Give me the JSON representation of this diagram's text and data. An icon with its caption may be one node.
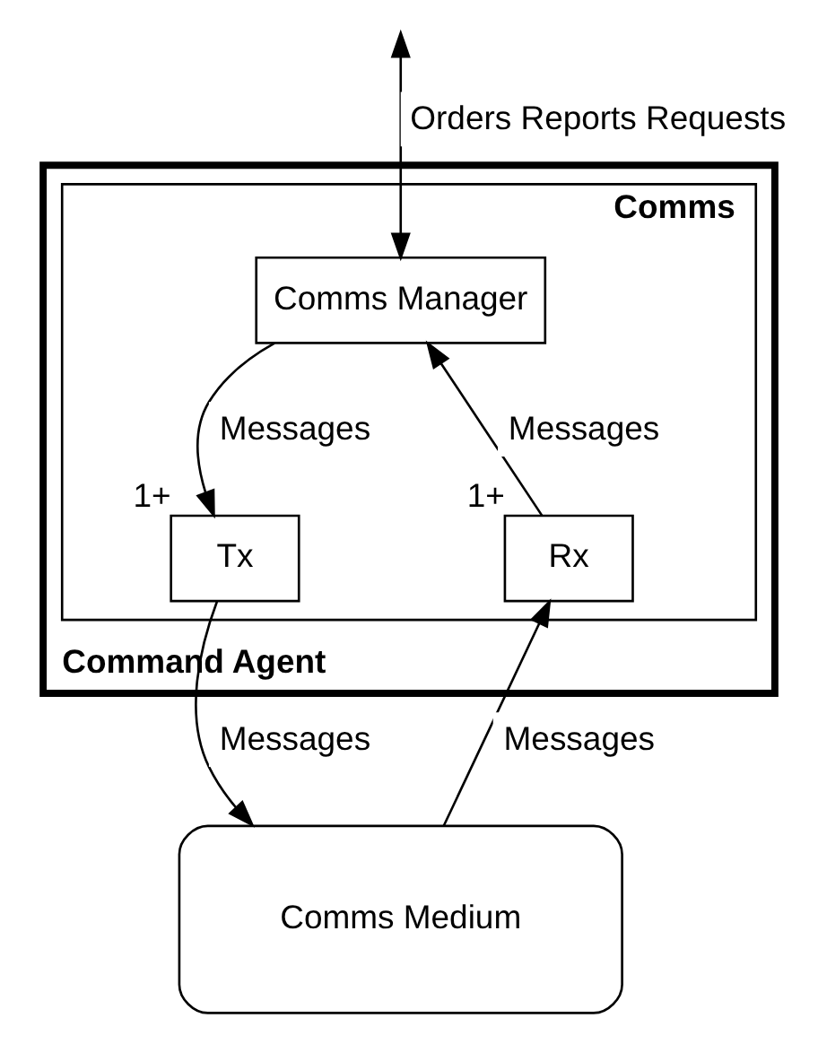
{
  "diagram": {
    "nodes": [
      {
        "text": [
          "Command Agent"
        ]
      },
      {
        "text": [
          "Comms"
        ],
        "in": 0
      },
      {
        "text": [
          "Comms Manager"
        ],
        "in": 1
      },
      {
        "text": [
          "Tx"
        ],
        "in": 1,
        "beside": [
          "1+"
        ]
      },
      {
        "text": [
          "Rx"
        ],
        "in": 1,
        "beside": [
          "1+"
        ]
      },
      {
        "text": [
          "Comms Medium"
        ]
      }
    ],
    "edges": [
      {
        "from": null,
        "to": 2,
        "arrow": "both",
        "label": "Orders Reports Requests"
      },
      {
        "from": 2,
        "to": 3,
        "arrow": "to",
        "label": "Messages"
      },
      {
        "from": 4,
        "to": 2,
        "arrow": "to",
        "label": "Messages"
      },
      {
        "from": 3,
        "to": 5,
        "arrow": "to",
        "label": "Messages"
      },
      {
        "from": 5,
        "to": 4,
        "arrow": "to",
        "label": "Messages"
      }
    ]
  }
}
